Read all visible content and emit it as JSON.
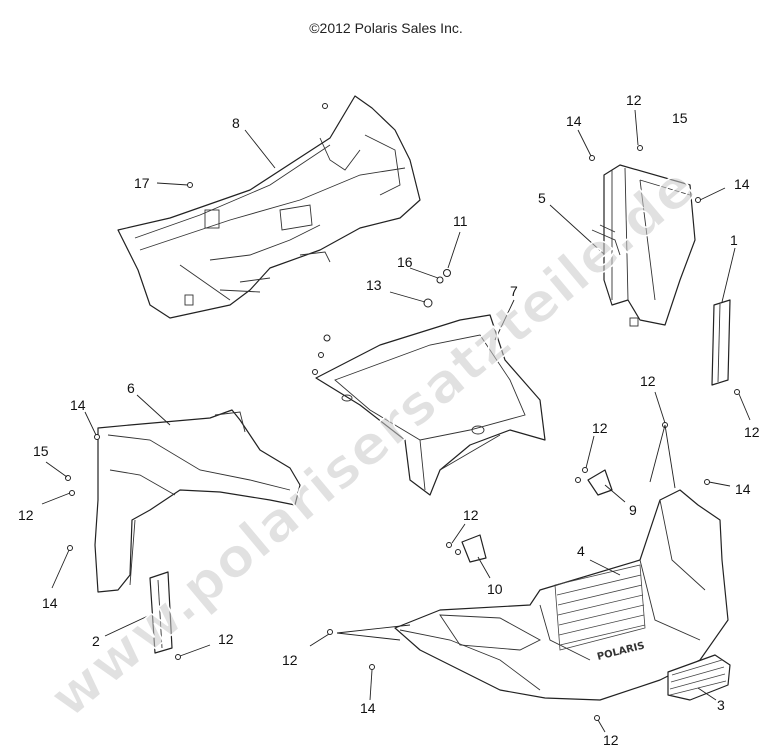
{
  "copyright": "©2012 Polaris Sales Inc.",
  "watermark": "www.polarisersatzteile.de",
  "brand_mark": "POLARIS",
  "callouts": [
    {
      "id": "c8",
      "label": "8"
    },
    {
      "id": "c17",
      "label": "17"
    },
    {
      "id": "c11",
      "label": "11"
    },
    {
      "id": "c16",
      "label": "16"
    },
    {
      "id": "c13",
      "label": "13"
    },
    {
      "id": "c7",
      "label": "7"
    },
    {
      "id": "c14a",
      "label": "14"
    },
    {
      "id": "c12a",
      "label": "12"
    },
    {
      "id": "c15a",
      "label": "15"
    },
    {
      "id": "c14b",
      "label": "14"
    },
    {
      "id": "c5",
      "label": "5"
    },
    {
      "id": "c1",
      "label": "1"
    },
    {
      "id": "c12b",
      "label": "12"
    },
    {
      "id": "c6",
      "label": "6"
    },
    {
      "id": "c14c",
      "label": "14"
    },
    {
      "id": "c15b",
      "label": "15"
    },
    {
      "id": "c12c",
      "label": "12"
    },
    {
      "id": "c14d",
      "label": "14"
    },
    {
      "id": "c2",
      "label": "2"
    },
    {
      "id": "c12d",
      "label": "12"
    },
    {
      "id": "c12e",
      "label": "12"
    },
    {
      "id": "c9",
      "label": "9"
    },
    {
      "id": "c12f",
      "label": "12"
    },
    {
      "id": "c14e",
      "label": "14"
    },
    {
      "id": "c12g",
      "label": "12"
    },
    {
      "id": "c10",
      "label": "10"
    },
    {
      "id": "c4",
      "label": "4"
    },
    {
      "id": "c12h",
      "label": "12"
    },
    {
      "id": "c14f",
      "label": "14"
    },
    {
      "id": "c3",
      "label": "3"
    },
    {
      "id": "c12i",
      "label": "12"
    }
  ]
}
